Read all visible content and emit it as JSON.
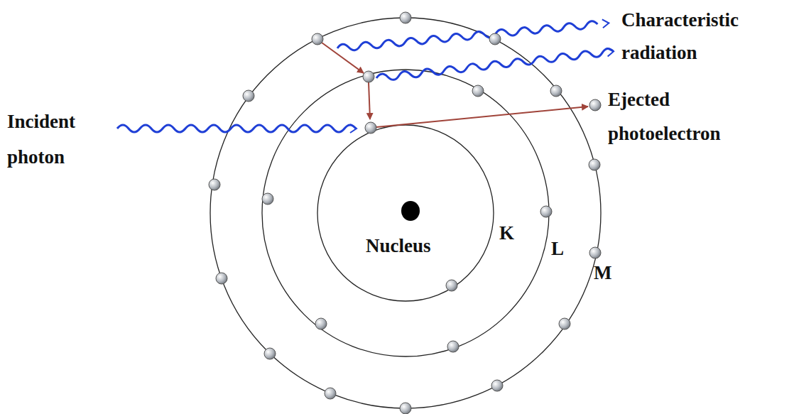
{
  "diagram": {
    "labels": [
      "Characteristic radiation",
      "Ejected photoelectron",
      "Incident photon",
      "Nucleus",
      "K",
      "L",
      "M"
    ]
  }
}
